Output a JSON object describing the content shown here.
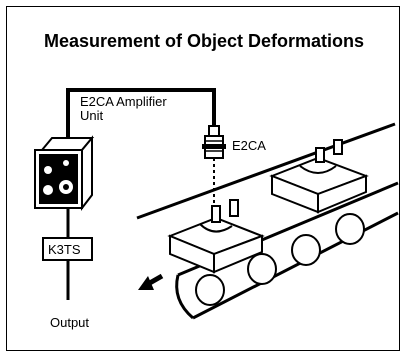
{
  "diagram": {
    "title": "Measurement of Object Deformations",
    "labels": {
      "amplifier_line1": "E2CA Amplifier",
      "amplifier_line2": "Unit",
      "sensor": "E2CA",
      "controller": "K3TS",
      "output": "Output"
    }
  }
}
